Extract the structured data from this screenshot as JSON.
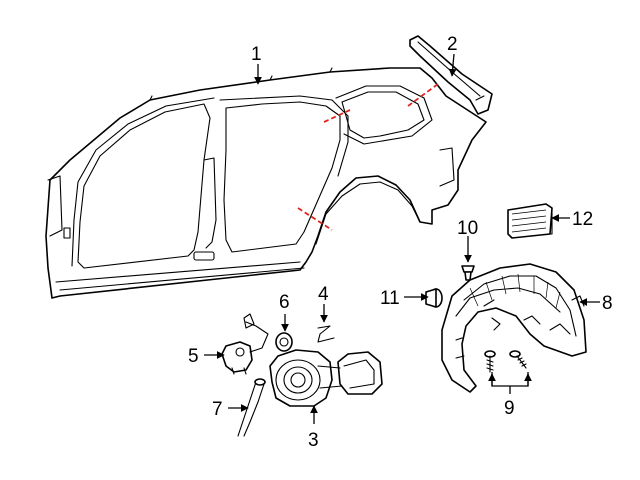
{
  "callouts": {
    "c1": "1",
    "c2": "2",
    "c3": "3",
    "c4": "4",
    "c5": "5",
    "c6": "6",
    "c7": "7",
    "c8": "8",
    "c9": "9",
    "c10": "10",
    "c11": "11",
    "c12": "12"
  },
  "colors": {
    "line": "#000000",
    "cut_line": "#e0261e",
    "background": "#ffffff"
  }
}
